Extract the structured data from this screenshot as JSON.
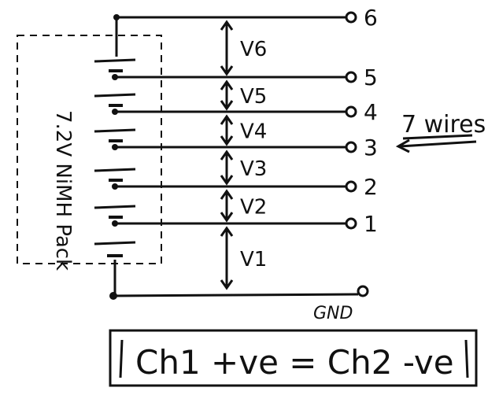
{
  "pack_label": "7.2V NiMH Pack",
  "wires": [
    {
      "terminal": "6",
      "voltage": "V6"
    },
    {
      "terminal": "5",
      "voltage": "V5"
    },
    {
      "terminal": "4",
      "voltage": "V4"
    },
    {
      "terminal": "3",
      "voltage": "V3"
    },
    {
      "terminal": "2",
      "voltage": "V2"
    },
    {
      "terminal": "1",
      "voltage": "V1"
    }
  ],
  "ground_label": "GND",
  "wires_note": "7 wires",
  "equation": "Ch1 +ve = Ch2 -ve",
  "colors": {
    "ink": "#111111",
    "background": "#ffffff"
  }
}
